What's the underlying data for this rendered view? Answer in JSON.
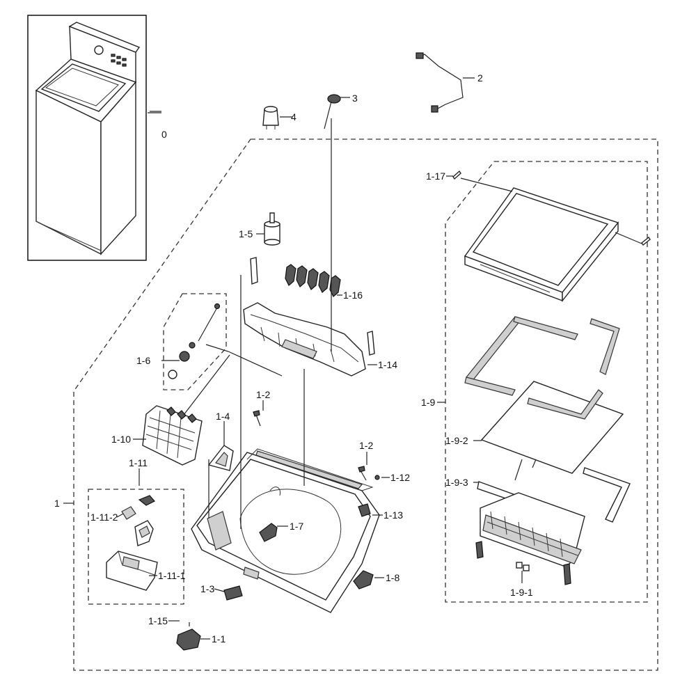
{
  "labels": {
    "l0": "0",
    "l1": "1",
    "l2": "2",
    "l3": "3",
    "l4": "4",
    "l1_1": "1-1",
    "l1_2a": "1-2",
    "l1_2b": "1-2",
    "l1_3": "1-3",
    "l1_4": "1-4",
    "l1_5": "1-5",
    "l1_6": "1-6",
    "l1_7": "1-7",
    "l1_8": "1-8",
    "l1_9": "1-9",
    "l1_9_1": "1-9-1",
    "l1_9_2": "1-9-2",
    "l1_9_3": "1-9-3",
    "l1_10": "1-10",
    "l1_11": "1-11",
    "l1_11_1": "1-11-1",
    "l1_11_2": "1-11-2",
    "l1_12": "1-12",
    "l1_13": "1-13",
    "l1_14": "1-14",
    "l1_15": "1-15",
    "l1_16": "1-16",
    "l1_17": "1-17"
  }
}
